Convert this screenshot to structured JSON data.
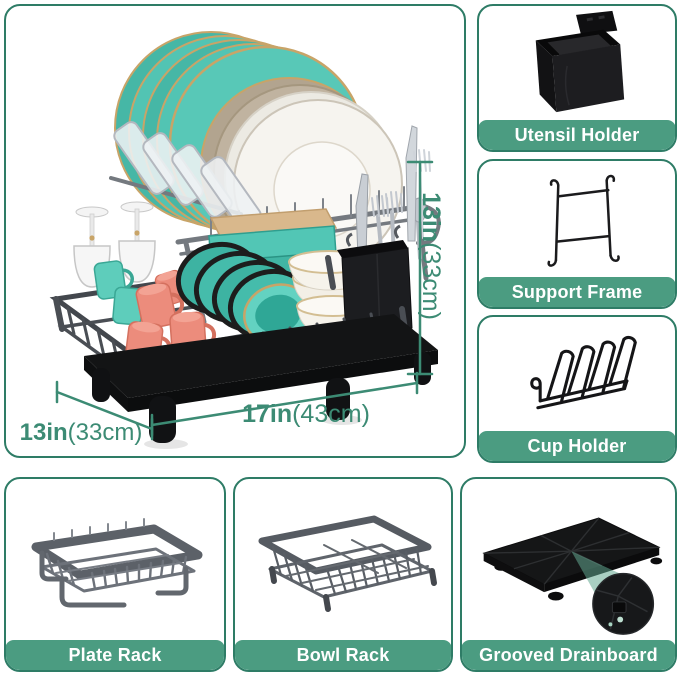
{
  "theme": {
    "label_bar_green": "#4b9c81",
    "panel_border_green": "#2e7c66",
    "dimension_green": "#3c8b74",
    "product_teal": "#52c4b2",
    "product_coral": "#ec8d7d",
    "product_gold": "#c8a468",
    "product_black": "#161718"
  },
  "main_panel": {
    "subject": "two-tier dish drying rack loaded with dishes",
    "dimensions": {
      "height": {
        "value": "13in",
        "metric": "(33cm)"
      },
      "width": {
        "value": "17in",
        "metric": "(43cm)"
      },
      "depth": {
        "value": "13in",
        "metric": "(33cm)"
      }
    }
  },
  "side_panels": [
    {
      "label": "Utensil Holder",
      "icon": "utensil-holder-icon"
    },
    {
      "label": "Support Frame",
      "icon": "support-frame-icon"
    },
    {
      "label": "Cup Holder",
      "icon": "cup-holder-icon"
    }
  ],
  "bottom_panels": [
    {
      "label": "Plate Rack",
      "icon": "plate-rack-icon"
    },
    {
      "label": "Bowl Rack",
      "icon": "bowl-rack-icon"
    },
    {
      "label": "Grooved Drainboard",
      "icon": "grooved-drainboard-icon"
    }
  ]
}
